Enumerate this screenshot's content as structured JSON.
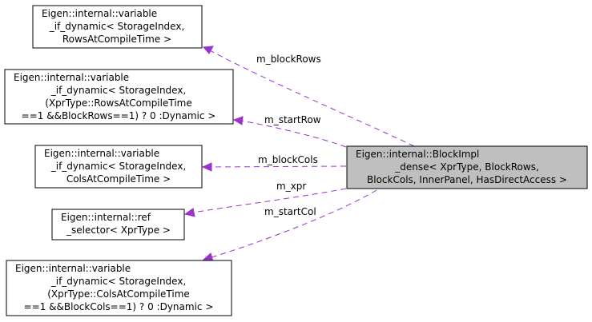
{
  "nodes": {
    "target": {
      "lines": [
        "Eigen::internal::BlockImpl",
        "_dense< XprType, BlockRows,",
        "BlockCols, InnerPanel, HasDirectAccess >"
      ],
      "highlighted": true
    },
    "rows_ct": {
      "lines": [
        "Eigen::internal::variable",
        "_if_dynamic< StorageIndex,",
        "RowsAtCompileTime >"
      ]
    },
    "start_row": {
      "lines": [
        "Eigen::internal::variable",
        "_if_dynamic< StorageIndex,",
        "(XprType::RowsAtCompileTime",
        "==1 &&BlockRows==1) ? 0 :Dynamic >"
      ]
    },
    "cols_ct": {
      "lines": [
        "Eigen::internal::variable",
        "_if_dynamic< StorageIndex,",
        "ColsAtCompileTime >"
      ]
    },
    "ref_selector": {
      "lines": [
        "Eigen::internal::ref",
        "_selector< XprType >"
      ]
    },
    "start_col": {
      "lines": [
        "Eigen::internal::variable",
        "_if_dynamic< StorageIndex,",
        "(XprType::ColsAtCompileTime",
        "==1 &&BlockCols==1) ? 0 :Dynamic >"
      ]
    }
  },
  "edges": [
    {
      "from": "target",
      "to": "rows_ct",
      "label": "m_blockRows"
    },
    {
      "from": "target",
      "to": "start_row",
      "label": "m_startRow"
    },
    {
      "from": "target",
      "to": "cols_ct",
      "label": "m_blockCols"
    },
    {
      "from": "target",
      "to": "ref_selector",
      "label": "m_xpr"
    },
    {
      "from": "target",
      "to": "start_col",
      "label": "m_startCol"
    }
  ],
  "colors": {
    "edge": "#9a32cd",
    "highlight_fill": "#bfbfbf",
    "node_border": "#000000"
  }
}
